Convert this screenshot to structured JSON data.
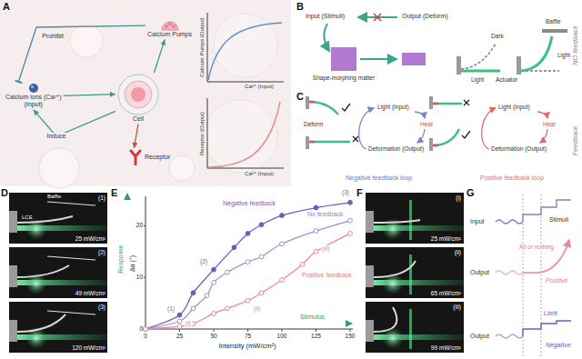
{
  "diagram": {
    "nodes": [
      {
        "text": [
          "Calcium ions (Ca²⁺)",
          "(Input)"
        ]
      },
      {
        "text": [
          "Cell"
        ]
      },
      {
        "text": [
          "Calcium Pumps"
        ]
      },
      {
        "text": [
          "Receptor"
        ]
      }
    ],
    "edges": [
      {
        "from": 0,
        "to": 1,
        "arrow": "to"
      },
      {
        "from": 1,
        "to": 2,
        "arrow": "to"
      },
      {
        "from": 1,
        "to": 3,
        "arrow": "to"
      },
      {
        "from": 2,
        "to": 0,
        "label": "Prohibit",
        "arrow": "to"
      },
      {
        "from": 1,
        "to": 0,
        "label": "Induce",
        "arrow": "to"
      }
    ],
    "labels": [
      "A",
      "Calcium Pumps (Output)",
      "Ca²⁺ (Input)",
      "Receptor (Output)",
      "Ca²⁺ (Input)",
      "B",
      "Input (Stimuli)",
      "Output (Deform)",
      "Shape-morphing matter",
      "Baffle",
      "Dark",
      "Light",
      "Light",
      "Actuator",
      "NO feedback",
      "C",
      "Deform",
      "Light (Input)",
      "Heat",
      "Deformation (Output)",
      "Negative feedback loop",
      "Light (Input)",
      "Heat",
      "Deformation (Output)",
      "Positive feedback loop",
      "Feedback",
      "D",
      "(1)",
      "Baffle",
      "LCE",
      "25 mW/cm²",
      "(2)",
      "49 mW/cm²",
      "(3)",
      "120 mW/cm²",
      "E",
      "Response",
      "Δα (°)",
      "0",
      "10",
      "20",
      "0",
      "25",
      "50",
      "75",
      "100",
      "125",
      "150",
      "Intensity (mW/cm²)",
      "Stimulus",
      "Negative feedback",
      "No feedback",
      "Positive feedback",
      "(1)",
      "(2)",
      "(3)",
      "(i)",
      "(ii)",
      "(iii)",
      "F",
      "(i)",
      "25 mW/cm²",
      "(ii)",
      "65 mW/cm²",
      "(iii)",
      "99 mW/cm²",
      "G",
      "Input",
      "Stimuli",
      "Output",
      "All or nothing",
      "Positive",
      "Output",
      "Limit",
      "Negative"
    ]
  }
}
